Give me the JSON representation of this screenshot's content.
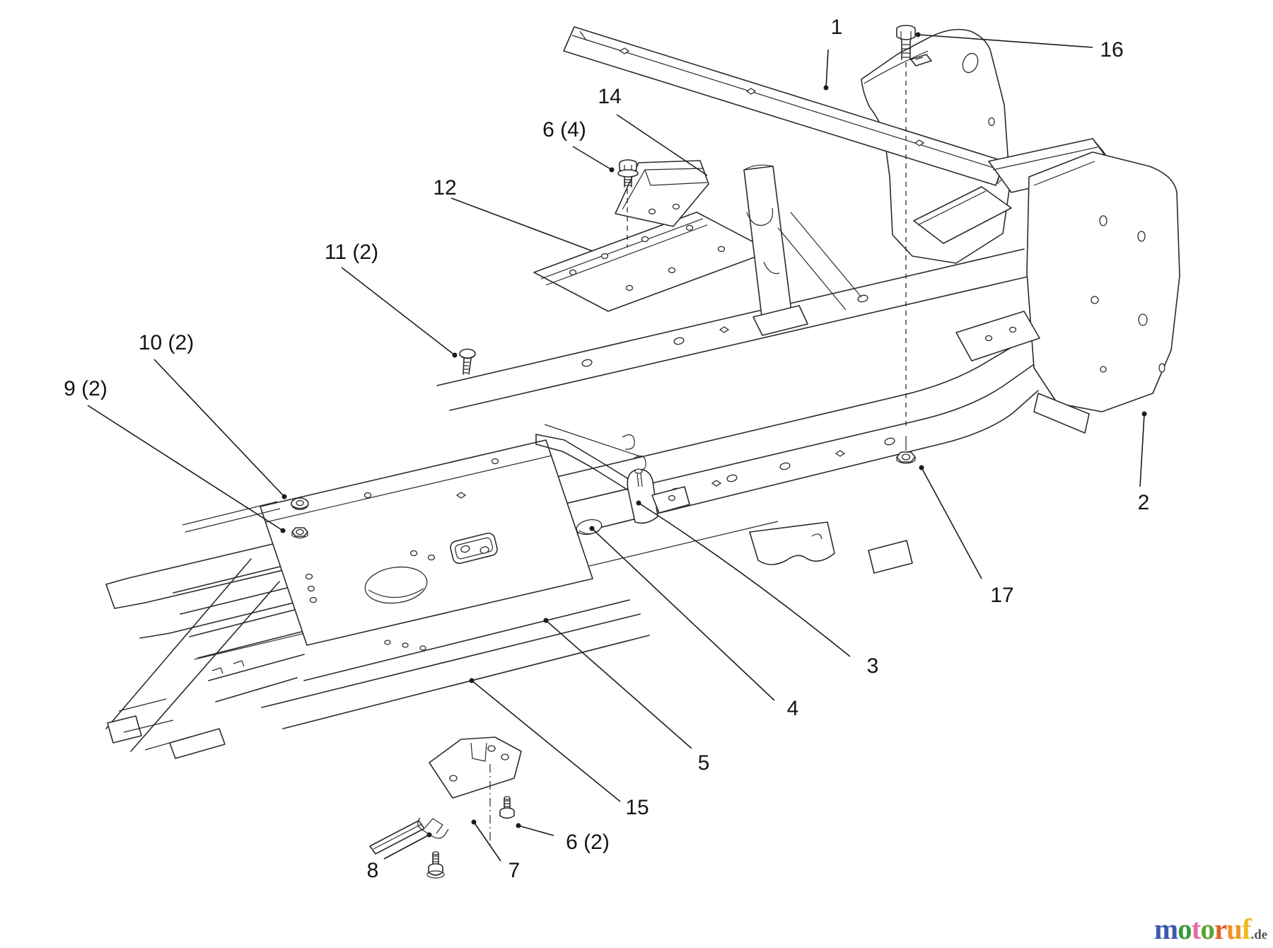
{
  "page": {
    "background": "#ffffff",
    "line_color": "#2b2b2b"
  },
  "diagram": {
    "type": "exploded-parts-diagram",
    "subject": "frame assembly exploded view",
    "callouts": [
      {
        "label": "1"
      },
      {
        "label": "16"
      },
      {
        "label": "14"
      },
      {
        "label": "6 (4)"
      },
      {
        "label": "12"
      },
      {
        "label": "11 (2)"
      },
      {
        "label": "10 (2)"
      },
      {
        "label": "9 (2)"
      },
      {
        "label": "2"
      },
      {
        "label": "17"
      },
      {
        "label": "3"
      },
      {
        "label": "4"
      },
      {
        "label": "5"
      },
      {
        "label": "15"
      },
      {
        "label": "6 (2)"
      },
      {
        "label": "7"
      },
      {
        "label": "8"
      }
    ]
  },
  "logo": {
    "letters": [
      {
        "ch": "m",
        "color": "#3d59b0"
      },
      {
        "ch": "o",
        "color": "#3a9a3a"
      },
      {
        "ch": "t",
        "color": "#e86ba8"
      },
      {
        "ch": "o",
        "color": "#5aa62e"
      },
      {
        "ch": "r",
        "color": "#e2622b"
      },
      {
        "ch": "u",
        "color": "#ef9426"
      },
      {
        "ch": "f",
        "color": "#eebc20"
      }
    ],
    "suffix": ".de",
    "suffix_color": "#555555"
  }
}
